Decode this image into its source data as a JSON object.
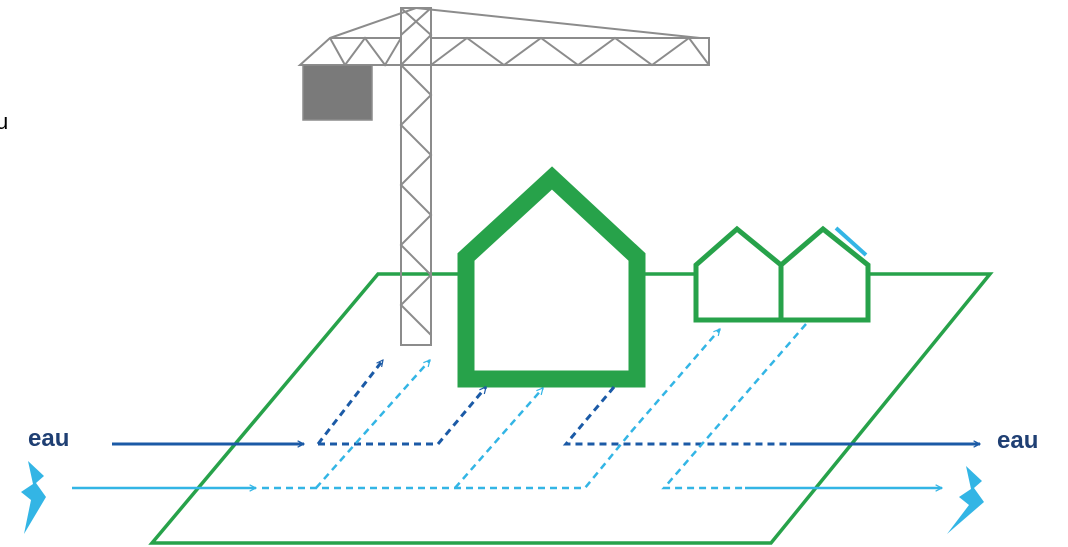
{
  "labels": {
    "water_in": "eau",
    "water_out": "eau",
    "edge_fragment": "u"
  },
  "icons": {
    "electricity_in": "lightning-bolt-icon",
    "electricity_out": "lightning-bolt-icon",
    "crane": "tower-crane",
    "large_house": "house-outline",
    "small_houses": "house-outline-pair",
    "solar_panel": "solar-panel-line"
  },
  "colors": {
    "building_green": "#27a24a",
    "water_dark_blue": "#1b5aa6",
    "electricity_light_blue": "#33b5e5",
    "crane_gray": "#8c8c8c",
    "crane_weight_gray": "#7a7a7a",
    "label_navy": "#1f3f73"
  }
}
